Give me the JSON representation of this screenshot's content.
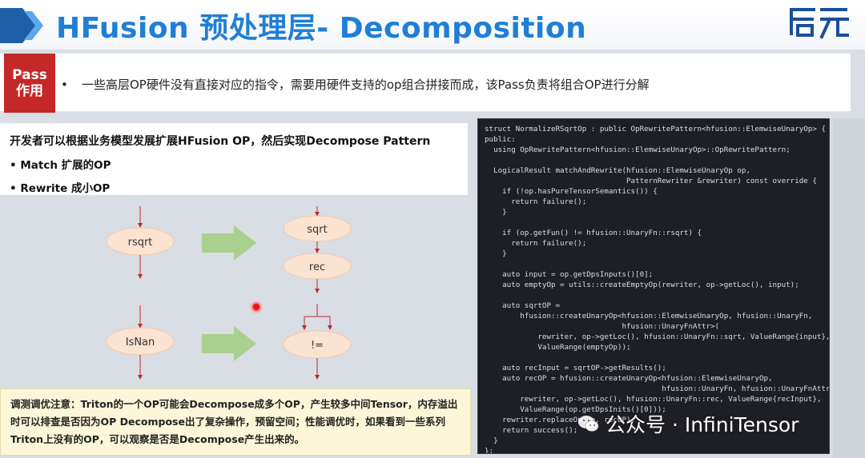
{
  "header": {
    "title": "HFusion 预处理层- Decomposition",
    "logo_text": "启元"
  },
  "pass": {
    "tag_line1": "Pass",
    "tag_line2": "作用",
    "bullet": "•",
    "text": "一些高层OP硬件没有直接对应的指令，需要用硬件支持的op组合拼接而成，该Pass负责将组合OP进行分解"
  },
  "left": {
    "line1": "开发者可以根据业务模型发展扩展HFusion OP，然后实现Decompose Pattern",
    "line2": "• Match 扩展的OP",
    "line3": "• Rewrite 成小OP"
  },
  "diagram": {
    "rsqrt": "rsqrt",
    "sqrt": "sqrt",
    "rec": "rec",
    "isnan": "IsNan",
    "ne": "!=",
    "colors": {
      "node": "#fbe3d2",
      "node_border": "#f3c9ab",
      "arrow": "#c0292a",
      "big_arrow": "#a9d08e"
    }
  },
  "note": {
    "text": "调测调优注意：Triton的一个OP可能会Decompose成多个OP，产生较多中间Tensor，内存溢出时可以排查是否因为OP Decompose出了复杂操作，预留空间；性能调优时，如果看到一些系列Triton上没有的OP，可以观察是否是Decompose产生出来的。"
  },
  "code": {
    "lines": [
      "struct NormalizeRSqrtOp : public OpRewritePattern<hfusion::ElemwiseUnaryOp> {",
      "public:",
      "  using OpRewritePattern<hfusion::ElemwiseUnaryOp>::OpRewritePattern;",
      "",
      "  LogicalResult matchAndRewrite(hfusion::ElemwiseUnaryOp op,",
      "                                PatternRewriter &rewriter) const override {",
      "    if (!op.hasPureTensorSemantics()) {",
      "      return failure();",
      "    }",
      "",
      "    if (op.getFun() != hfusion::UnaryFn::rsqrt) {",
      "      return failure();",
      "    }",
      "",
      "    auto input = op.getDpsInputs()[0];",
      "    auto emptyOp = utils::createEmptyOp(rewriter, op->getLoc(), input);",
      "",
      "    auto sqrtOP =",
      "        hfusion::createUnaryOp<hfusion::ElemwiseUnaryOp, hfusion::UnaryFn,",
      "                               hfusion::UnaryFnAttr>(",
      "            rewriter, op->getLoc(), hfusion::UnaryFn::sqrt, ValueRange{input},",
      "            ValueRange(emptyOp));",
      "",
      "    auto recInput = sqrtOP->getResults();",
      "    auto recOP = hfusion::createUnaryOp<hfusion::ElemwiseUnaryOp,",
      "                                        hfusion::UnaryFn, hfusion::UnaryFnAttr>(",
      "        rewriter, op->getLoc(), hfusion::UnaryFn::rec, ValueRange{recInput},",
      "        ValueRange(op.getDpsInits()[0]));",
      "    rewriter.replaceOp(op, recOP);",
      "    return success();",
      "  }",
      "};"
    ]
  },
  "watermark": {
    "text": "公众号 · InfiniTensor"
  }
}
